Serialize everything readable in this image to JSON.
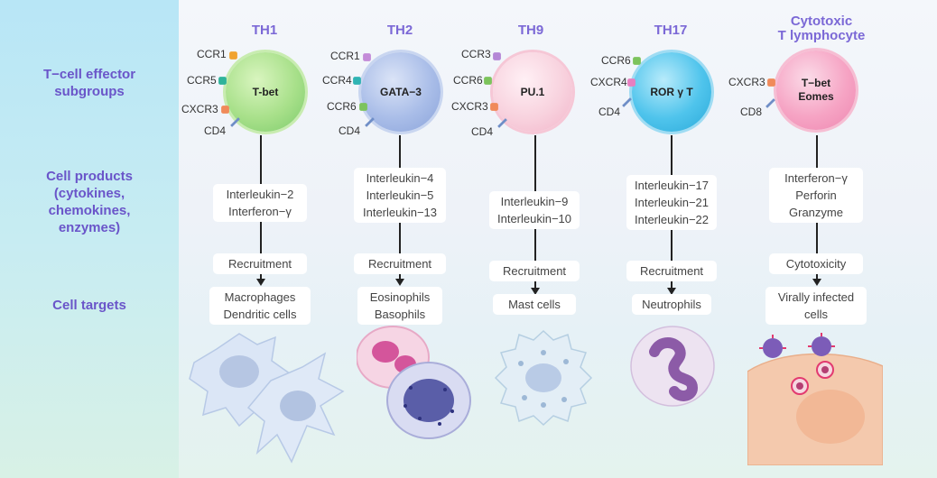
{
  "rows": {
    "effector": "T−cell effector\nsubgroups",
    "products": "Cell products\n(cytokines,\nchemokines,\nenzymes)",
    "targets": "Cell targets"
  },
  "columns": [
    {
      "title": "TH1",
      "factor": "T-bet",
      "receptors": [
        "CCR1",
        "CCR5",
        "CXCR3",
        "CD4"
      ],
      "products": "Interleukin−2\nInterferon−γ",
      "action": "Recruitment",
      "targets": "Macrophages\nDendritic cells"
    },
    {
      "title": "TH2",
      "factor": "GATA−3",
      "receptors": [
        "CCR1",
        "CCR4",
        "CCR6",
        "CD4"
      ],
      "products": "Interleukin−4\nInterleukin−5\nInterleukin−13",
      "action": "Recruitment",
      "targets": "Eosinophils\nBasophils"
    },
    {
      "title": "TH9",
      "factor": "PU.1",
      "receptors": [
        "CCR3",
        "CCR6",
        "CXCR3",
        "CD4"
      ],
      "products": "Interleukin−9\nInterleukin−10",
      "action": "Recruitment",
      "targets": "Mast cells"
    },
    {
      "title": "TH17",
      "factor": "ROR γ T",
      "receptors": [
        "CCR6",
        "CXCR4",
        "CD4"
      ],
      "products": "Interleukin−17\nInterleukin−21\nInterleukin−22",
      "action": "Recruitment",
      "targets": "Neutrophils"
    },
    {
      "title": "Cytotoxic\nT lymphocyte",
      "factor": "T−bet\nEomes",
      "receptors": [
        "CXCR3",
        "CD8"
      ],
      "products": "Interferon−γ\nPerforin\nGranzyme",
      "action": "Cytotoxicity",
      "targets": "Virally infected\ncells"
    }
  ],
  "colors": {
    "label_purple": "#6a55c9",
    "title_purple": "#7b68d6",
    "th1_cell": "#a8e08a",
    "th2_cell": "#a9bde8",
    "th9_cell": "#f8d2de",
    "th17_cell": "#4fc4ec",
    "ctl_cell": "#f6a4c4"
  }
}
